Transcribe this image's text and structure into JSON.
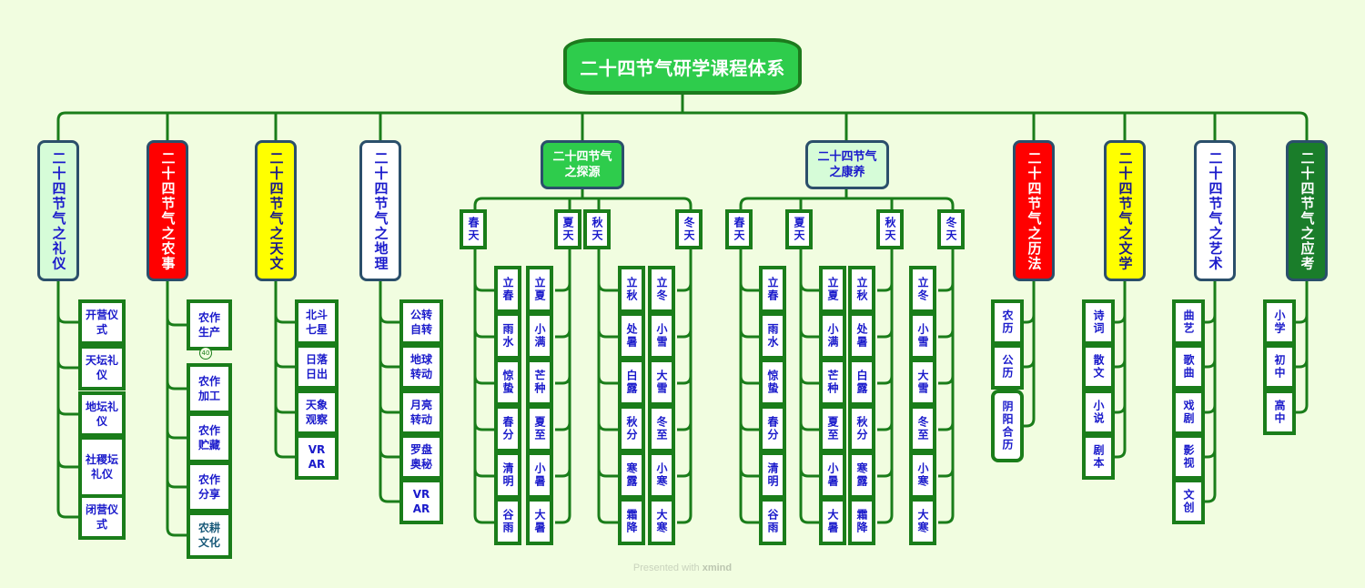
{
  "title": "二十四节气研学课程体系",
  "colors": {
    "background": "#f1fde0",
    "line": "#1a7d1a",
    "root_fill": "#2ecc4c",
    "node_border": "#2b4f6b",
    "leaf_text": "#1a1acb"
  },
  "branches": [
    {
      "label": "二十四节气之礼仪",
      "fill": "#d6fcd8",
      "text_color": "#1a1acb",
      "children": [
        "开营仪式",
        "天坛礼仪",
        "地坛礼仪",
        "社稷坛礼仪",
        "闭营仪式"
      ]
    },
    {
      "label": "二十四节气之农事",
      "fill": "#ff0000",
      "text_color": "#ffffff",
      "children": [
        "农作生产",
        "农作加工",
        "农作贮藏",
        "农作分享",
        "农耕文化"
      ],
      "collapsed_badge": "40"
    },
    {
      "label": "二十四节气之天文",
      "fill": "#ffff00",
      "text_color": "#1a1a8a",
      "children": [
        "北斗七星",
        "日落日出",
        "天象观察",
        "VR AR"
      ]
    },
    {
      "label": "二十四节气之地理",
      "fill": "#ffffff",
      "text_color": "#1a1acb",
      "children": [
        "公转自转",
        "地球转动",
        "月亮转动",
        "罗盘奥秘",
        "VR AR"
      ]
    },
    {
      "label": "二十四节气之探源",
      "fill": "#2ecc4c",
      "text_color": "#ffffff",
      "seasons": [
        {
          "label": "春天",
          "terms": [
            "立春",
            "雨水",
            "惊蛰",
            "春分",
            "清明",
            "谷雨"
          ]
        },
        {
          "label": "夏天",
          "terms": [
            "立夏",
            "小满",
            "芒种",
            "夏至",
            "小暑",
            "大暑"
          ]
        },
        {
          "label": "秋天",
          "terms": [
            "立秋",
            "处暑",
            "白露",
            "秋分",
            "寒露",
            "霜降"
          ]
        },
        {
          "label": "冬天",
          "terms": [
            "立冬",
            "小雪",
            "大雪",
            "冬至",
            "小寒",
            "大寒"
          ]
        }
      ]
    },
    {
      "label": "二十四节气之康养",
      "fill": "#d6fcd8",
      "text_color": "#1a1acb",
      "seasons": [
        {
          "label": "春天",
          "terms": [
            "立春",
            "雨水",
            "惊蛰",
            "春分",
            "清明",
            "谷雨"
          ]
        },
        {
          "label": "夏天",
          "terms": [
            "立夏",
            "小满",
            "芒种",
            "夏至",
            "小暑",
            "大暑"
          ]
        },
        {
          "label": "秋天",
          "terms": [
            "立秋",
            "处暑",
            "白露",
            "秋分",
            "寒露",
            "霜降"
          ]
        },
        {
          "label": "冬天",
          "terms": [
            "立冬",
            "小雪",
            "大雪",
            "冬至",
            "小寒",
            "大寒"
          ]
        }
      ]
    },
    {
      "label": "二十四节气之历法",
      "fill": "#ff0000",
      "text_color": "#ffffff",
      "children": [
        "农历",
        "公历",
        "阴阳合历"
      ]
    },
    {
      "label": "二十四节气之文学",
      "fill": "#ffff00",
      "text_color": "#1a1a8a",
      "children": [
        "诗词",
        "散文",
        "小说",
        "剧本"
      ]
    },
    {
      "label": "二十四节气之艺术",
      "fill": "#ffffff",
      "text_color": "#1a1acb",
      "children": [
        "曲艺",
        "歌曲",
        "戏剧",
        "影视",
        "文创"
      ]
    },
    {
      "label": "二十四节气之应考",
      "fill": "#1a7d2a",
      "text_color": "#ffffff",
      "children": [
        "小学",
        "初中",
        "高中"
      ]
    }
  ],
  "footer": {
    "prefix": "Presented with",
    "brand": "xmind"
  }
}
